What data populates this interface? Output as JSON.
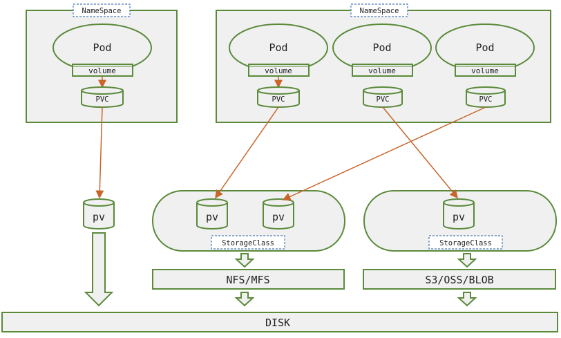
{
  "namespaces": [
    {
      "label": "NameSpace"
    },
    {
      "label": "NameSpace"
    }
  ],
  "pods": [
    {
      "label": "Pod",
      "volume": "volume",
      "pvc": "PVC"
    },
    {
      "label": "Pod",
      "volume": "volume",
      "pvc": "PVC"
    },
    {
      "label": "Pod",
      "volume": "volume",
      "pvc": "PVC"
    },
    {
      "label": "Pod",
      "volume": "volume",
      "pvc": "PVC"
    }
  ],
  "pvs": [
    {
      "label": "pv"
    },
    {
      "label": "pv"
    },
    {
      "label": "pv"
    },
    {
      "label": "pv"
    }
  ],
  "storage_classes": [
    {
      "label": "StorageClass"
    },
    {
      "label": "StorageClass"
    }
  ],
  "backends": [
    {
      "label": "NFS/MFS"
    },
    {
      "label": "S3/OSS/BLOB"
    }
  ],
  "disk": {
    "label": "DISK"
  },
  "colors": {
    "border": "#5a8a3a",
    "fill": "#f0f0f0",
    "arrow": "#c8652a",
    "dashed": "#4a7ab8"
  }
}
